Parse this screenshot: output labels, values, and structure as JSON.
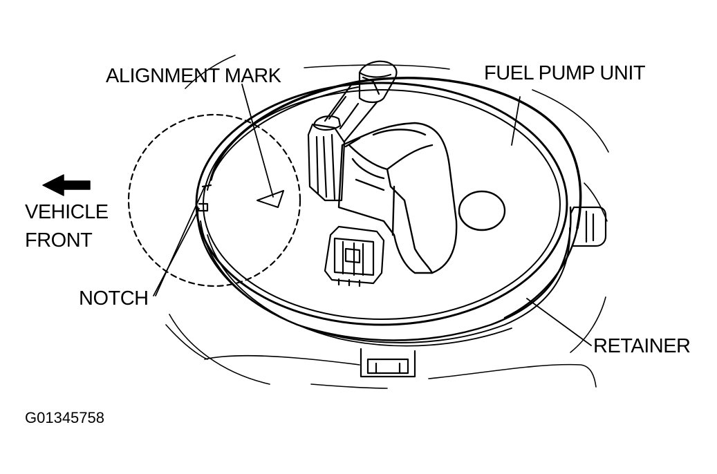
{
  "labels": {
    "alignment_mark": "ALIGNMENT MARK",
    "fuel_pump_unit": "FUEL PUMP UNIT",
    "vehicle_front_line1": "VEHICLE",
    "vehicle_front_line2": "FRONT",
    "notch": "NOTCH",
    "retainer": "RETAINER",
    "figure_code": "G01345758"
  },
  "colors": {
    "ink": "#000000",
    "background": "#ffffff"
  },
  "icons": {
    "direction_arrow": "arrow-left-icon"
  }
}
